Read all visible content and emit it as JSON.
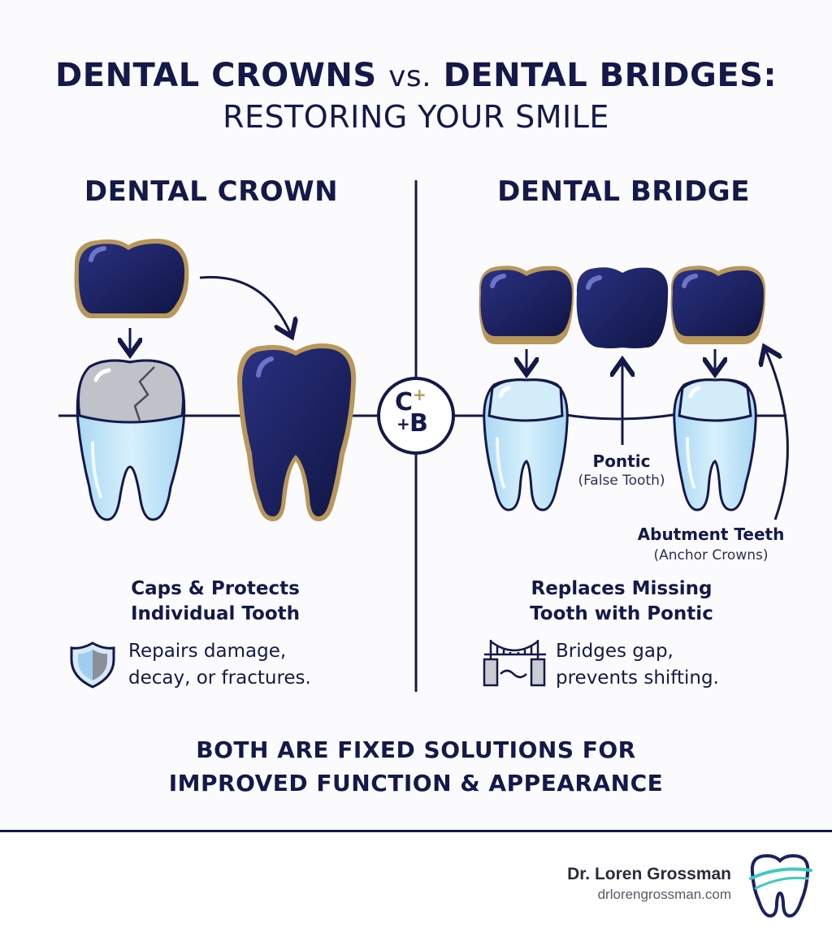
{
  "header": {
    "title_part1": "DENTAL CROWNS",
    "title_vs": "vs.",
    "title_part2": "DENTAL BRIDGES:",
    "subtitle": "RESTORING YOUR SMILE"
  },
  "crown": {
    "title": "DENTAL CROWN",
    "heading_line1": "Caps & Protects",
    "heading_line2": "Individual Tooth",
    "desc_line1": "Repairs damage,",
    "desc_line2": "decay, or fractures.",
    "icon": "shield-icon"
  },
  "bridge": {
    "title": "DENTAL BRIDGE",
    "pontic_label": "Pontic",
    "pontic_sub": "(False Tooth)",
    "abutment_label": "Abutment Teeth",
    "abutment_sub": "(Anchor Crowns)",
    "heading_line1": "Replaces Missing",
    "heading_line2": "Tooth with Pontic",
    "desc_line1": "Bridges gap,",
    "desc_line2": "prevents shifting.",
    "icon": "bridge-icon"
  },
  "center_badge": {
    "top": "C",
    "top_plus": "+",
    "bottom_plus": "+",
    "bottom": "B"
  },
  "footer": {
    "line1": "BOTH ARE FIXED SOLUTIONS FOR",
    "line2": "IMPROVED FUNCTION & APPEARANCE"
  },
  "brand": {
    "name": "Dr. Loren Grossman",
    "url": "drlorengrossman.com",
    "logo": "tooth-logo-icon"
  },
  "colors": {
    "navy": "#14194a",
    "gold": "#b8975a",
    "light_blue": "#bfe3f7",
    "gray_crown": "#b9bcc2",
    "teal": "#3fc9c0"
  }
}
